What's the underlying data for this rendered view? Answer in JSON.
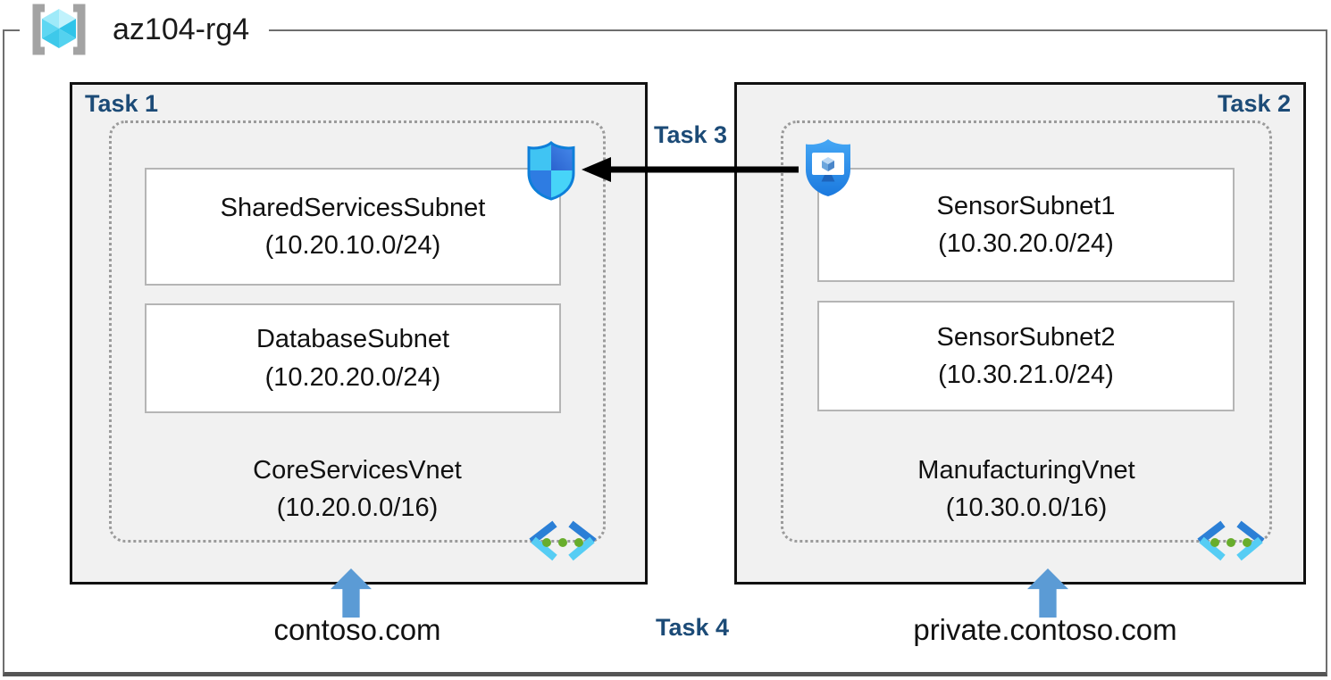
{
  "resource_group": {
    "name": "az104-rg4"
  },
  "tasks": {
    "task1": "Task 1",
    "task2": "Task 2",
    "task3": "Task 3",
    "task4": "Task 4"
  },
  "vnets": [
    {
      "name": "CoreServicesVnet",
      "cidr": "(10.20.0.0/16)",
      "dns_zone": "contoso.com",
      "subnets": [
        {
          "name": "SharedServicesSubnet",
          "cidr": "(10.20.10.0/24)"
        },
        {
          "name": "DatabaseSubnet",
          "cidr": "(10.20.20.0/24)"
        }
      ]
    },
    {
      "name": "ManufacturingVnet",
      "cidr": "(10.30.0.0/16)",
      "dns_zone": "private.contoso.com",
      "subnets": [
        {
          "name": "SensorSubnet1",
          "cidr": "(10.30.20.0/24)"
        },
        {
          "name": "SensorSubnet2",
          "cidr": "(10.30.21.0/24)"
        }
      ]
    }
  ],
  "icons": {
    "resource_group": "resource-group-brackets-cube",
    "network_security": "defender-shield",
    "secured_vm": "shielded-monitor",
    "virtual_network": "vnet-chevrons-dots",
    "flow": "black-left-arrow",
    "dns_pointer": "blue-up-arrow"
  },
  "colors": {
    "task_label": "#1c4b77",
    "box_fill": "#f1f1f1",
    "box_border": "#111111",
    "dashed_border": "#9b9b9b",
    "subnet_border": "#b5b5b5",
    "block_arrow_blue": "#5b9bd5",
    "azure_blue": "#1e88e5",
    "light_cyan": "#47d4f8",
    "vnet_dot_green": "#68ad2c",
    "frame_gray": "#6e6e6e"
  }
}
